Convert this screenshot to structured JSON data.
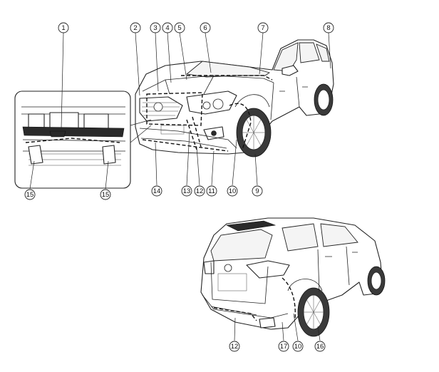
{
  "callouts": [
    {
      "id": "c1",
      "label": "①",
      "part": "1"
    },
    {
      "id": "c2",
      "label": "②",
      "part": "2"
    },
    {
      "id": "c3",
      "label": "③",
      "part": "3"
    },
    {
      "id": "c4",
      "label": "④",
      "part": "4"
    },
    {
      "id": "c5",
      "label": "⑤",
      "part": "5"
    },
    {
      "id": "c6",
      "label": "⑥",
      "part": "6"
    },
    {
      "id": "c7",
      "label": "⑦",
      "part": "7"
    },
    {
      "id": "c8",
      "label": "⑧",
      "part": "8"
    },
    {
      "id": "c9",
      "label": "⑨",
      "part": "9"
    },
    {
      "id": "c10a",
      "label": "⑩",
      "part": "10"
    },
    {
      "id": "c11",
      "label": "⑪",
      "part": "11"
    },
    {
      "id": "c12a",
      "label": "⑫",
      "part": "12"
    },
    {
      "id": "c13",
      "label": "⑬",
      "part": "13"
    },
    {
      "id": "c14",
      "label": "⑭",
      "part": "14"
    },
    {
      "id": "c15a",
      "label": "⑮",
      "part": "15"
    },
    {
      "id": "c15b",
      "label": "⑮",
      "part": "15"
    },
    {
      "id": "c12b",
      "label": "⑫",
      "part": "12"
    },
    {
      "id": "c17",
      "label": "⑰",
      "part": "17"
    },
    {
      "id": "c10b",
      "label": "⑩",
      "part": "10"
    },
    {
      "id": "c16",
      "label": "⑯",
      "part": "16"
    }
  ],
  "colors": {
    "ink": "#222222",
    "background": "#ffffff"
  }
}
